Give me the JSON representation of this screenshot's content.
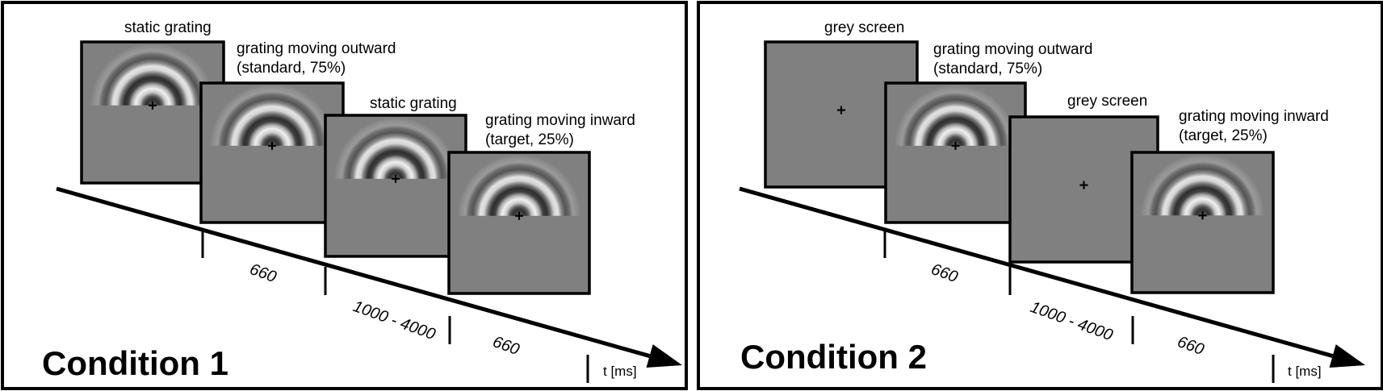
{
  "panels": [
    {
      "title": "Condition 1",
      "axis_label": "t [ms]",
      "screens": [
        {
          "label_lines": [
            "static grating"
          ],
          "stimulus": "static-grating"
        },
        {
          "label_lines": [
            "grating moving outward",
            "(standard, 75%)"
          ],
          "stimulus": "grating"
        },
        {
          "label_lines": [
            "static grating"
          ],
          "stimulus": "static-grating"
        },
        {
          "label_lines": [
            "grating moving inward",
            "(target, 25%)"
          ],
          "stimulus": "grating"
        }
      ],
      "durations": [
        "660",
        "1000 - 4000",
        "660"
      ]
    },
    {
      "title": "Condition 2",
      "axis_label": "t [ms]",
      "screens": [
        {
          "label_lines": [
            "grey screen"
          ],
          "stimulus": "grey"
        },
        {
          "label_lines": [
            "grating moving outward",
            "(standard, 75%)"
          ],
          "stimulus": "grating"
        },
        {
          "label_lines": [
            "grey screen"
          ],
          "stimulus": "grey"
        },
        {
          "label_lines": [
            "grating moving inward",
            "(target, 25%)"
          ],
          "stimulus": "grating"
        }
      ],
      "durations": [
        "660",
        "1000 - 4000",
        "660"
      ]
    }
  ],
  "colors": {
    "screen_grey": "#808080",
    "ink": "#000000"
  }
}
